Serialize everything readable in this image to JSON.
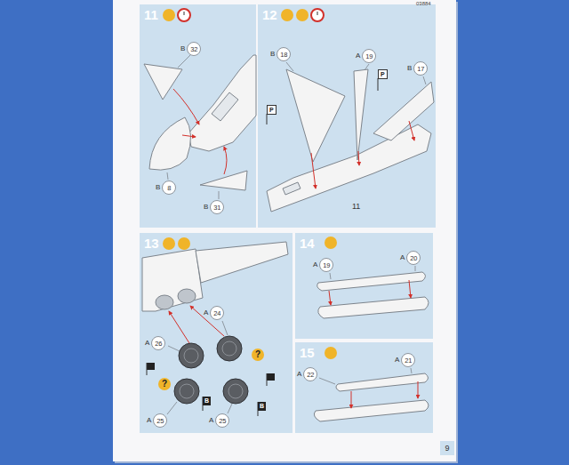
{
  "diagram": {
    "nodes": [
      {
        "text": [
          "11"
        ]
      },
      {
        "text": [
          "B",
          "32"
        ],
        "in": 0
      },
      {
        "text": [
          "B",
          "8"
        ],
        "in": 0
      },
      {
        "text": [
          "B",
          "31"
        ],
        "in": 0
      },
      {
        "text": [
          "12"
        ]
      },
      {
        "text": [
          "B",
          "18"
        ],
        "in": 4
      },
      {
        "text": [
          "A",
          "19"
        ],
        "in": 4
      },
      {
        "text": [
          "B",
          "17"
        ],
        "in": 4
      },
      {
        "text": [
          "13"
        ]
      },
      {
        "text": [
          "A",
          "24"
        ],
        "in": 8
      },
      {
        "text": [
          "A",
          "26"
        ],
        "in": 8
      },
      {
        "text": [
          "A",
          "25"
        ],
        "in": 8
      },
      {
        "text": [
          "A",
          "25"
        ],
        "in": 8
      },
      {
        "text": [
          "14"
        ]
      },
      {
        "text": [
          "A",
          "19"
        ],
        "in": 13
      },
      {
        "text": [
          "A",
          "20"
        ],
        "in": 13
      },
      {
        "text": [
          "15"
        ]
      },
      {
        "text": [
          "A",
          "22"
        ],
        "in": 16
      },
      {
        "text": [
          "A",
          "21"
        ],
        "in": 16
      }
    ],
    "labels": [
      "03884",
      "P",
      "P",
      "11",
      "B",
      "B",
      "?",
      "?",
      "9"
    ]
  }
}
